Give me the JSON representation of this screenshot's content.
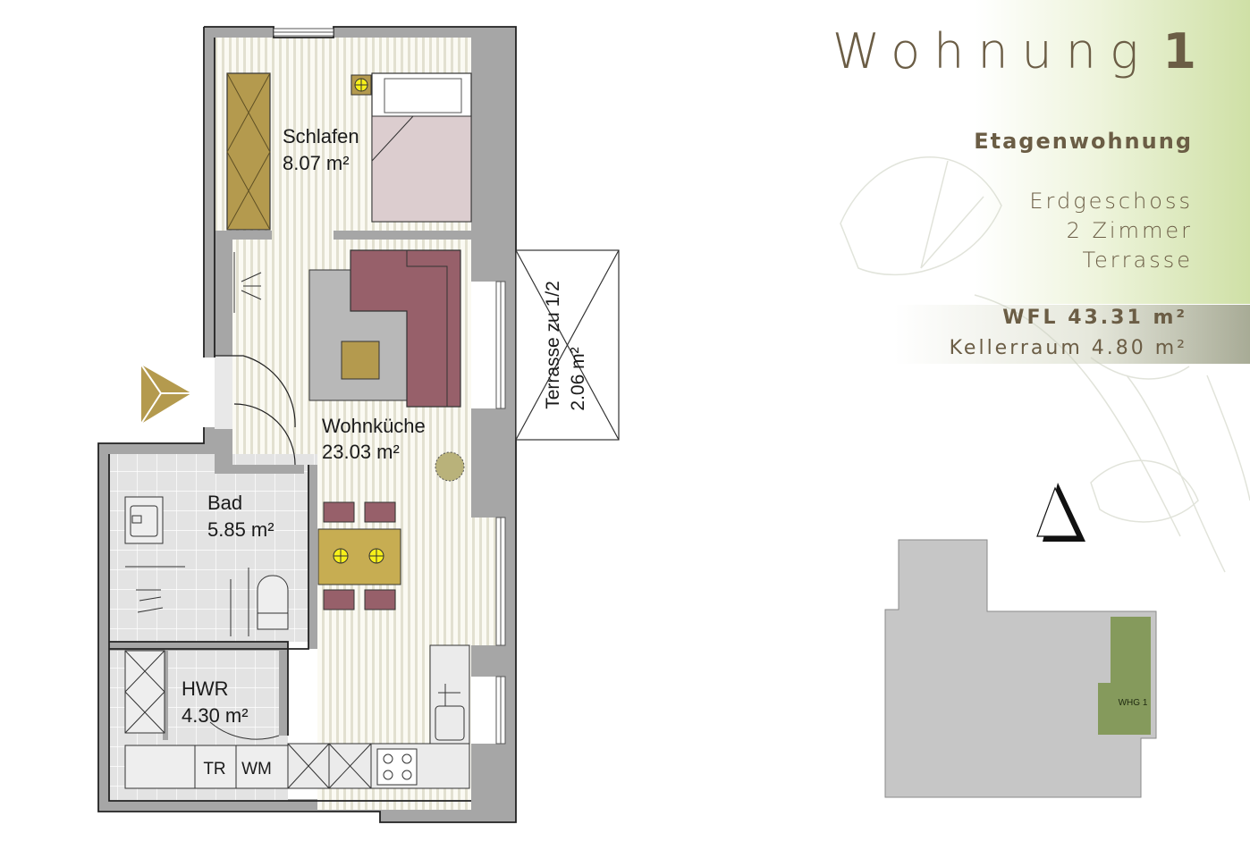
{
  "header": {
    "title_word": "Wohnung",
    "title_number": "1",
    "type": "Etagenwohnung",
    "details": [
      "Erdgeschoss",
      "2 Zimmer",
      "Terrasse"
    ],
    "area_label": "WFL 43.31 m²",
    "cellar_label": "Kellerraum 4.80 m²"
  },
  "rooms": {
    "schlafen": {
      "name": "Schlafen",
      "area": "8.07 m²"
    },
    "wohnkueche": {
      "name": "Wohnküche",
      "area": "23.03 m²"
    },
    "bad": {
      "name": "Bad",
      "area": "5.85 m²"
    },
    "hwr": {
      "name": "HWR",
      "area": "4.30 m²"
    },
    "terrasse": {
      "name": "Terrasse zu 1/2",
      "area": "2.06 m²"
    }
  },
  "fixtures": {
    "tr": "TR",
    "wm": "WM"
  },
  "site_plan": {
    "unit_label": "WHG 1"
  },
  "colors": {
    "wall": "#a6a6a6",
    "floor_stripe": "#e4e2d4",
    "tile": "#e0e0e0",
    "sofa": "#97606a",
    "accent_gold": "#b49a4e",
    "text_brown": "#6b5d45",
    "unit_green": "#859a5c"
  }
}
